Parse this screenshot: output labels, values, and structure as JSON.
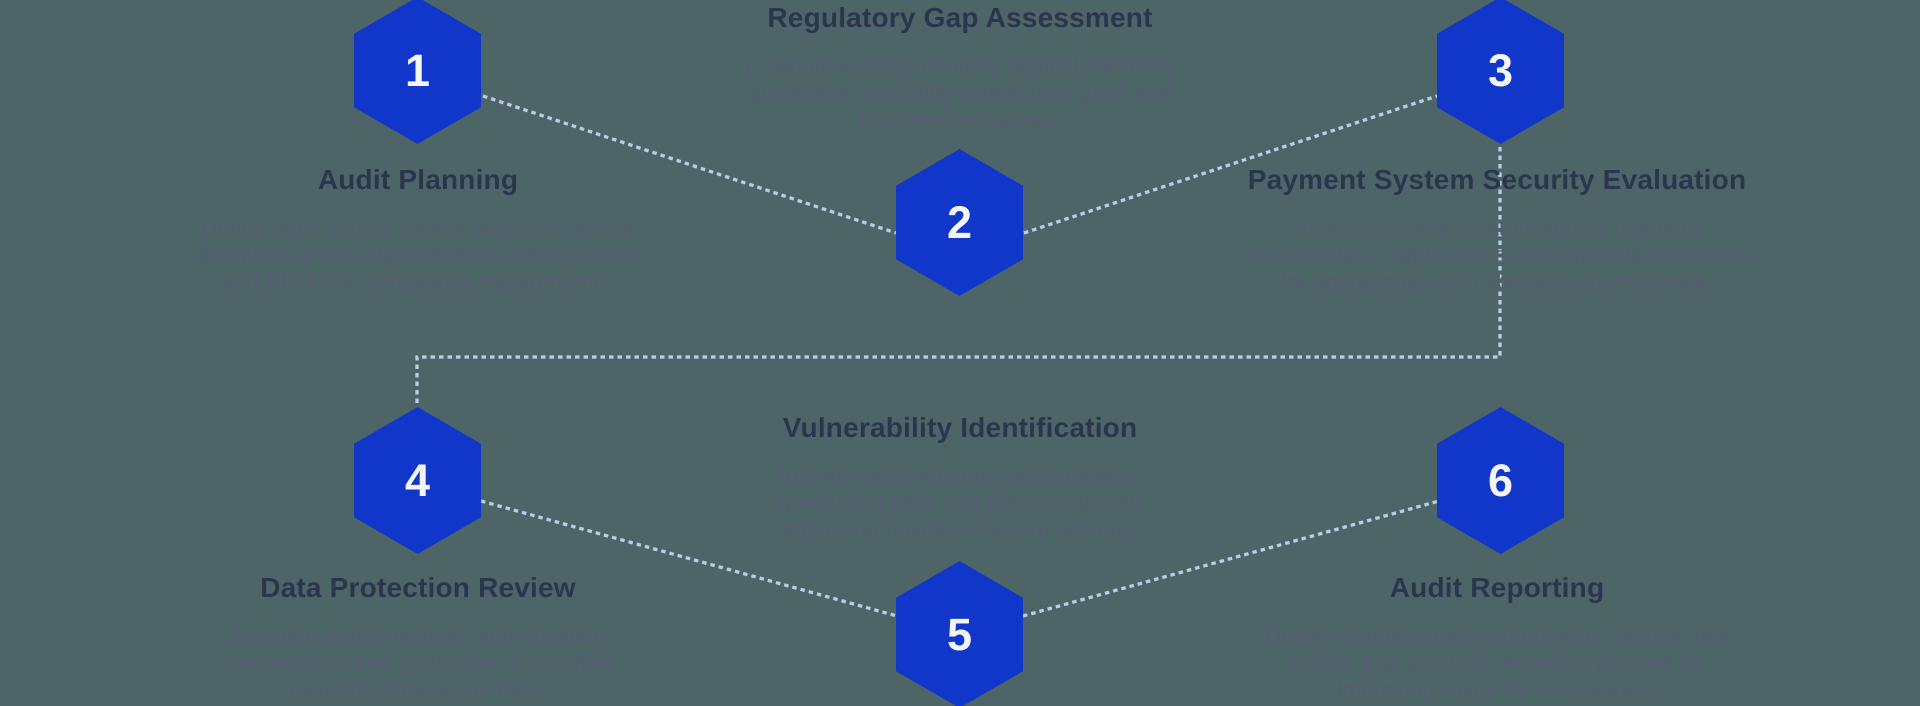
{
  "diagram": {
    "type": "process-flow-hexagon-timeline",
    "palette": {
      "background": "#4e6568",
      "hexagon_fill": "#1037c9",
      "number_color": "#f3f5f9",
      "title_color": "#2b364e",
      "description_color": "#555d70",
      "connector_color": "#bccbe9"
    },
    "steps": [
      {
        "number": "1",
        "title": "Audit Planning",
        "description": "Define audit scope, review payment system\narchitecture and align assessment approach\nwith RBI PSS compliance requirements."
      },
      {
        "number": "2",
        "title": "Regulatory Gap Assessment",
        "description": "Evaluate existing controls against RBI PSS\nguidelines to identify compliance gaps and\nimprovement areas."
      },
      {
        "number": "3",
        "title": "Payment System Security Evaluation",
        "description": "Assess security controls across payment\ninfrastructure, applications and supporting systems\nfor operational and cybersecurity resilience."
      },
      {
        "number": "4",
        "title": "Data Protection Review",
        "description": "Evaluate authentication, authorization\nmechanisms and protection of sensitive\npayment transaction data."
      },
      {
        "number": "5",
        "title": "Vulnerability Identification",
        "description": "Identify cybersecurity vulnerabilities,\noperational risks and potential threats\nimpacting payment system security."
      },
      {
        "number": "6",
        "title": "Audit Reporting",
        "description": "Deliver detailed audit reports with findings, risk\nratings and practical recommendations for\nimproving RBI PSS compliance."
      }
    ]
  }
}
